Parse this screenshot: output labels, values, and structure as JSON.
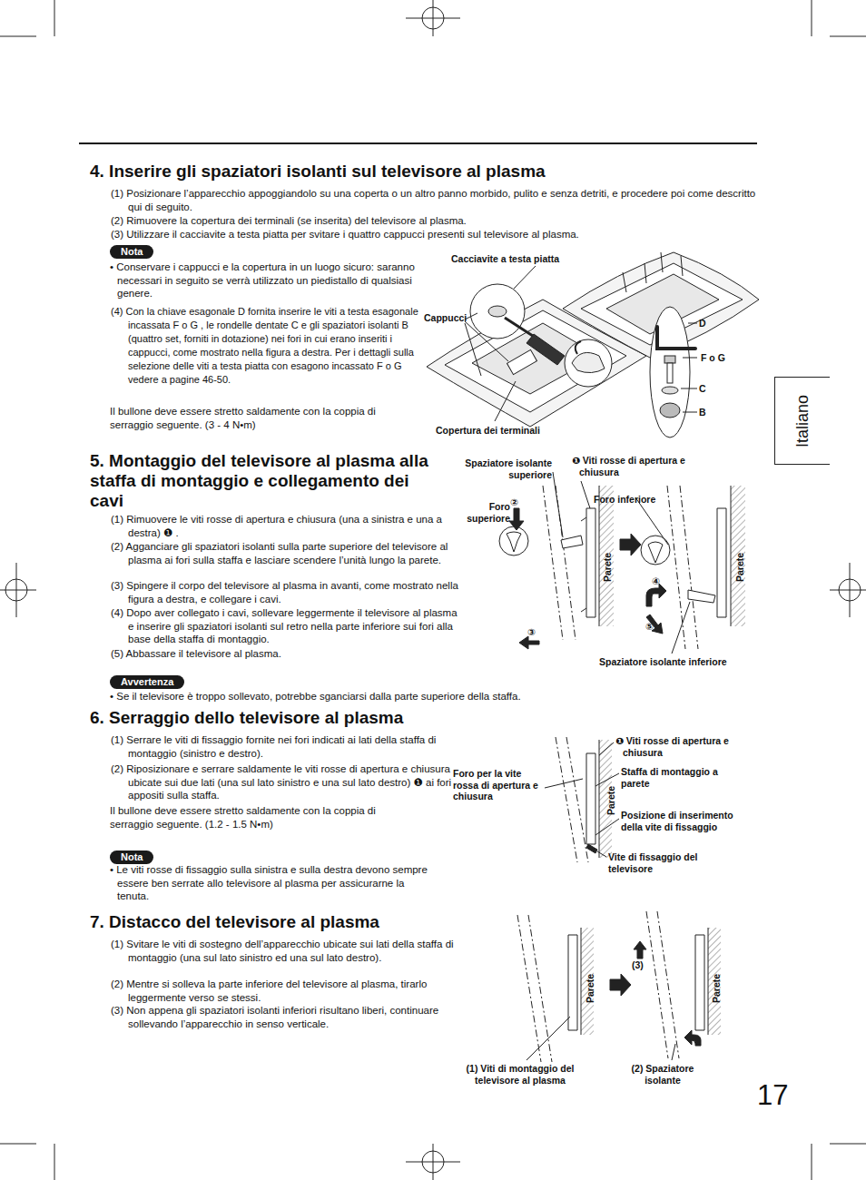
{
  "diagram": {
    "nodes": [
      {
        "text": [
          "Nota"
        ]
      },
      {
        "text": [
          "Italiano"
        ]
      },
      {
        "text": [
          "Avvertenza"
        ]
      },
      {
        "text": [
          "Nota"
        ]
      }
    ],
    "labels": [
      "4. Inserire gli spaziatori isolanti sul televisore al plasma",
      "(1) Posizionare l’apparecchio appoggiandolo su una coperta o un altro panno morbido, pulito e senza detriti, e procedere poi come descritto qui di seguito.",
      "(2) Rimuovere la copertura dei terminali (se inserita) del televisore al plasma.",
      "(3) Utilizzare il cacciavite a testa piatta per svitare i quattro cappucci presenti sul televisore al plasma.",
      "• Conservare i cappucci e la copertura in un luogo sicuro: saranno necessari in seguito se verrà utilizzato un piedistallo di qualsiasi genere.",
      "(4) Con la chiave esagonale D fornita inserire le viti a testa esagonale incassata F o G , le rondelle dentate C e gli spaziatori isolanti B (quattro set, forniti in dotazione) nei fori in cui erano inseriti i cappucci, come mostrato nella figura a destra. Per i dettagli sulla selezione delle viti a testa piatta con esagono incassato F o G vedere a pagine 46-50.",
      "Il bullone deve essere stretto saldamente con la coppia di serraggio seguente. (3 - 4 N•m)",
      "Cacciavite a testa piatta",
      "Cappucci",
      "Copertura dei terminali",
      "D",
      "F o G",
      "C",
      "B",
      "5. Montaggio del televisore al plasma alla staffa di montaggio e collegamento dei cavi",
      "(1) Rimuovere le viti rosse di apertura e chiusura (una a sinistra e una a destra) ❶ .",
      "(2) Agganciare gli spaziatori isolanti sulla parte superiore del televisore al plasma ai fori sulla staffa e lasciare scendere l’unità lungo la parete.",
      "(3) Spingere il corpo del televisore al plasma in avanti, come mostrato nella figura a destra, e collegare i cavi.",
      "(4) Dopo aver collegato i cavi, sollevare leggermente il televisore al plasma e inserire gli spaziatori isolanti sul retro nella parte inferiore sui fori alla base della staffa di montaggio.",
      "(5) Abbassare il televisore al plasma.",
      "Spaziatore isolante superiore",
      "❶ Viti rosse di apertura e chiusura",
      "Foro superiore",
      "②",
      "Foro inferiore",
      "Parete",
      "Parete",
      "④",
      "⑤",
      "③",
      "Spaziatore isolante inferiore",
      "• Se il televisore è troppo sollevato, potrebbe sganciarsi dalla parte superiore della staffa.",
      "6. Serraggio dello televisore al plasma",
      "(1) Serrare le viti di fissaggio fornite nei fori indicati ai lati della staffa di montaggio (sinistro e destro).",
      "(2) Riposizionare e serrare saldamente le viti rosse di apertura e chiusura ubicate sui due lati (una sul lato sinistro e una sul lato destro) ❶ ai fori appositi sulla staffa.",
      "Il bullone deve essere stretto saldamente con la coppia di serraggio seguente. (1.2 - 1.5 N•m)",
      "• Le viti rosse di fissaggio sulla sinistra e sulla destra devono sempre essere ben serrate allo televisore al plasma per assicurarne la tenuta.",
      "❶ Viti rosse di apertura e chiusura",
      "Foro per la vite rossa di apertura e chiusura",
      "Staffa di montaggio a parete",
      "Parete",
      "Posizione di inserimento della vite di fissaggio",
      "Vite di fissaggio del televisore",
      "7. Distacco del televisore al plasma",
      "(1) Svitare le viti di sostegno dell’apparecchio ubicate sui lati della staffa di montaggio (una sul lato sinistro ed una sul lato destro).",
      "(2) Mentre si solleva la parte inferiore del televisore al plasma, tirarlo leggermente verso se stessi.",
      "(3) Non appena gli spaziatori isolanti inferiori risultano liberi, continuare sollevando l’apparecchio in senso verticale.",
      "Parete",
      "(3)",
      "Parete",
      "(1) Viti di montaggio del televisore al plasma",
      "(2) Spaziatore isolante",
      "17"
    ]
  }
}
